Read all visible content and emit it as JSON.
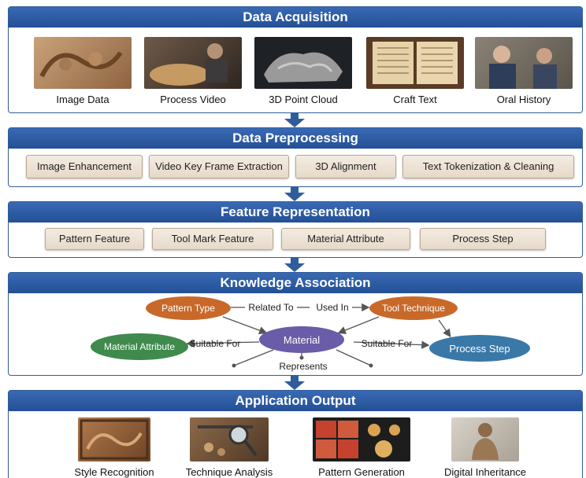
{
  "acquisition": {
    "title": "Data Acquisition",
    "items": [
      "Image Data",
      "Process Video",
      "3D Point Cloud",
      "Craft Text",
      "Oral History"
    ]
  },
  "preprocessing": {
    "title": "Data Preprocessing",
    "items": [
      "Image Enhancement",
      "Video Key Frame Extraction",
      "3D Alignment",
      "Text Tokenization & Cleaning"
    ]
  },
  "feature": {
    "title": "Feature Representation",
    "items": [
      "Pattern Feature",
      "Tool Mark Feature",
      "Material Attribute",
      "Process Step"
    ]
  },
  "knowledge": {
    "title": "Knowledge Association",
    "nodes": {
      "pattern_type": "Pattern Type",
      "tool_technique": "Tool Technique",
      "material": "Material",
      "material_attribute": "Material Attribute",
      "process_step": "Process Step"
    },
    "edges": {
      "related_to": "Related To",
      "used_in": "Used In",
      "suitable_for_left": "Suitable For",
      "suitable_for_right": "Suitable For",
      "represents": "Represents"
    },
    "colors": {
      "pattern_type": "#c8692a",
      "tool_technique": "#c8692a",
      "material": "#6a5ca8",
      "material_attribute": "#3f8a4c",
      "process_step": "#3a78a8"
    }
  },
  "output": {
    "title": "Application Output",
    "items": [
      "Style Recognition",
      "Technique Analysis",
      "Pattern Generation",
      "Digital Inheritance"
    ]
  }
}
